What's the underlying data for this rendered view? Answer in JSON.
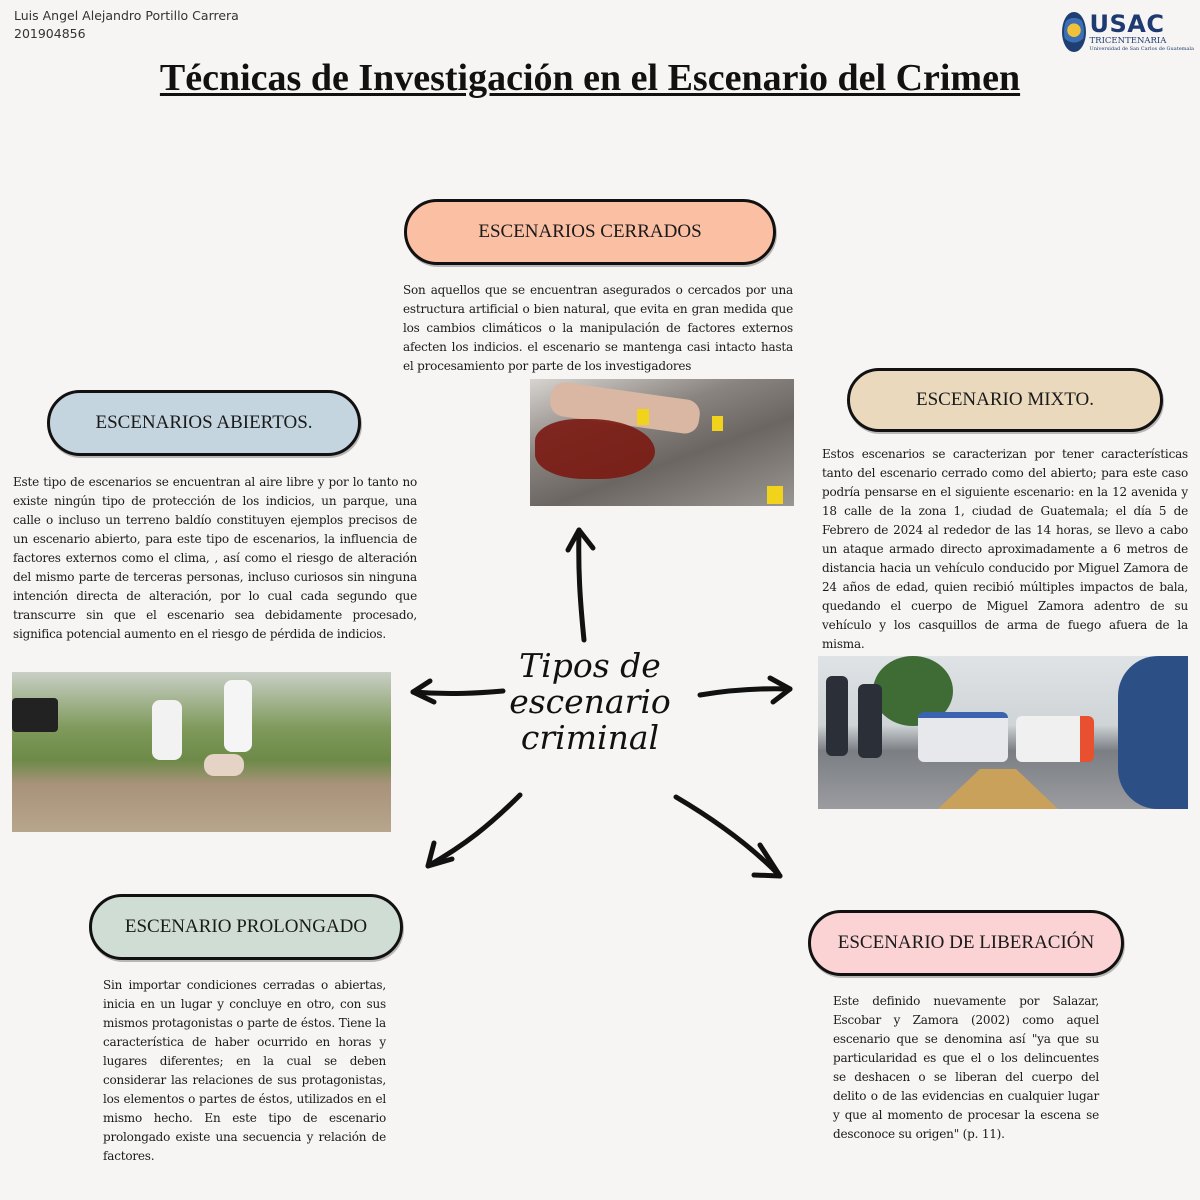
{
  "author": {
    "name": "Luis Angel Alejandro Portillo Carrera",
    "id": "201904856"
  },
  "logo": {
    "brand": "USAC",
    "subtitle": "TRICENTENARIA",
    "university": "Universidad de San Carlos de Guatemala"
  },
  "title": "Técnicas de Investigación en el Escenario del Crimen",
  "center": {
    "line1": "Tipos de",
    "line2": "escenario",
    "line3": "criminal"
  },
  "colors": {
    "background": "#f6f5f3",
    "cerrados": "#fbbfa3",
    "abiertos": "#c5d5df",
    "mixto": "#ead9bd",
    "prolongado": "#cfddd4",
    "liberacion": "#fbd3d4"
  },
  "nodes": {
    "cerrados": {
      "label": "ESCENARIOS CERRADOS",
      "text": "Son aquellos que se encuentran asegurados o cercados por una estructura artificial o bien natural, que evita en gran medida que los cambios climáticos o la manipulación de factores externos afecten los indicios. el escenario se mantenga casi intacto hasta el procesamiento por parte de los investigadores",
      "photo_alt": "Escena de crimen en interior con marcadores de evidencia A, B y C"
    },
    "abiertos": {
      "label": "ESCENARIOS ABIERTOS.",
      "text": "Este tipo de escenarios se encuentran al aire libre y por lo tanto no existe ningún tipo de protección de los indicios, un parque, una calle o incluso un terreno baldío constituyen ejemplos precisos de un escenario abierto, para este tipo de escenarios, la influencia de factores externos como el clima, , así como el riesgo de alteración del mismo parte de terceras personas, incluso curiosos sin ninguna intención directa de alteración, por lo cual cada segundo que transcurre sin que el escenario sea debidamente procesado, significa potencial aumento en el riesgo de pérdida de indicios.",
      "photo_alt": "Investigadores forenses procesando un terreno al aire libre"
    },
    "mixto": {
      "label": "ESCENARIO MIXTO.",
      "text": "Estos escenarios se caracterizan por tener características tanto del escenario cerrado como del abierto; para este caso podría pensarse en el siguiente escenario: en la 12 avenida y 18 calle de la zona 1, ciudad de Guatemala; el día 5 de Febrero de 2024 al rededor de las 14 horas, se llevo a cabo un ataque armado directo aproximadamente a 6 metros de distancia hacia un vehículo conducido por Miguel Zamora de 24 años de edad, quien recibió múltiples impactos de bala, quedando el cuerpo de Miguel Zamora adentro de su vehículo y los casquillos de arma de fuego afuera de la misma.",
      "photo_alt": "Agentes policiales y vehículos en una calle"
    },
    "prolongado": {
      "label": "ESCENARIO PROLONGADO",
      "text": "Sin importar condiciones cerradas o abiertas, inicia en un lugar y concluye en otro, con sus mismos protagonistas o parte de éstos. Tiene la característica de haber ocurrido en horas y lugares diferentes; en la cual se deben considerar las relaciones de sus protagonistas, los elementos o partes de éstos, utilizados en el mismo hecho. En este tipo de escenario prolongado existe una secuencia y relación de factores."
    },
    "liberacion": {
      "label": "ESCENARIO DE LIBERACIÓN",
      "text": "Este definido nuevamente por Salazar, Escobar y Zamora (2002) como aquel escenario que se denomina así \"ya que su particularidad es que el o los delincuentes se deshacen o se liberan del cuerpo del delito o de las evidencias en cualquier lugar y que al momento de procesar la escena se desconoce su origen\" (p. 11)."
    }
  }
}
